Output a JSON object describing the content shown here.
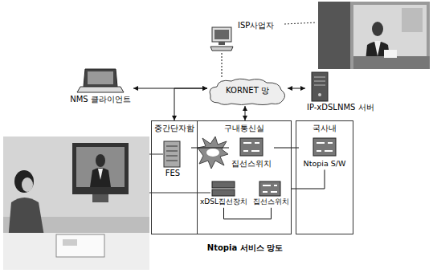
{
  "diagram": {
    "caption": "Ntopia 서비스 망도",
    "nodes": [
      {
        "text": [
          "ISP사업자"
        ]
      },
      {
        "text": [
          "NMS 클라이언트"
        ]
      },
      {
        "text": [
          "KORNET 망"
        ]
      },
      {
        "text": [
          "IP-xDSLNMS 서버"
        ]
      },
      {
        "text": [
          "중간단자함"
        ]
      },
      {
        "text": [
          "FES"
        ],
        "in": 4
      },
      {
        "text": [
          "구내통신실"
        ]
      },
      {
        "text": [
          "집선스위치"
        ],
        "in": 6
      },
      {
        "text": [
          "xDSL집선장치"
        ],
        "in": 6
      },
      {
        "text": [
          "집선스위치"
        ],
        "in": 6
      },
      {
        "text": [
          "국사내"
        ]
      },
      {
        "text": [
          "Ntopia S/W"
        ],
        "in": 10
      }
    ],
    "edges": [
      {
        "from": 0,
        "to": 2,
        "arrow": "none"
      },
      {
        "from": 1,
        "to": 2,
        "arrow": "both"
      },
      {
        "from": 2,
        "to": 3,
        "arrow": "both"
      },
      {
        "from": 4,
        "to": 2,
        "arrow": "both"
      },
      {
        "from": 2,
        "to": 6,
        "arrow": "both"
      },
      {
        "from": 5,
        "to": 7,
        "arrow": "none"
      },
      {
        "from": 7,
        "to": 11,
        "arrow": "none"
      },
      {
        "from": 8,
        "to": 9,
        "arrow": "none"
      },
      {
        "from": 9,
        "to": 11,
        "arrow": "none"
      }
    ]
  }
}
